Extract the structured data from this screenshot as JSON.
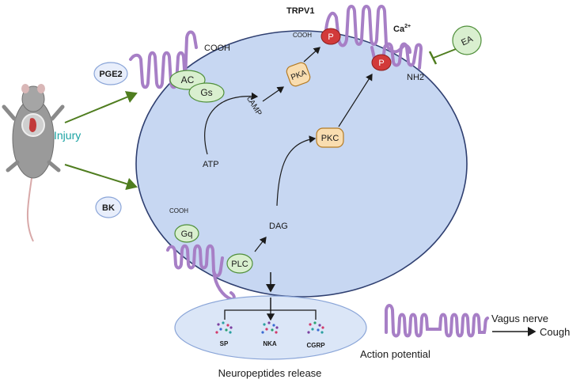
{
  "labels": {
    "trpv1": "TRPV1",
    "ca": "Ca",
    "ca_charge": "2+",
    "pge2": "PGE2",
    "bk": "BK",
    "injury": "Injury",
    "cooh_receptor": "COOH",
    "cooh_trpv1": "COOH",
    "cooh_bk": "COOH",
    "nh2": "NH2",
    "ac": "AC",
    "gs": "Gs",
    "camp": "cAMP",
    "pka": "PKA",
    "p1": "P",
    "p2": "P",
    "ea": "EA",
    "atp": "ATP",
    "pkc": "PKC",
    "dag": "DAG",
    "gq": "Gq",
    "plc": "PLC",
    "sp": "SP",
    "nka": "NKA",
    "cgrp": "CGRP",
    "neuropeptides_release": "Neuropeptides release",
    "action_potential": "Action potential",
    "vagus_nerve": "Vagus nerve",
    "cough": "Cough"
  },
  "colors": {
    "cell_fill": "#c7d7f2",
    "cell_stroke": "#2f3f70",
    "receptor": "#a77fc6",
    "green_node": "#d9efcf",
    "green_stroke": "#4f8f3a",
    "orange_node": "#f9ddb0",
    "orange_stroke": "#b57b24",
    "red_node": "#d23a3a",
    "arrow_green": "#4f7d1f",
    "injury_text": "#1aa3a3",
    "vesicle_fill": "#dbe6f7",
    "ligand_fill": "#e8eefb"
  }
}
